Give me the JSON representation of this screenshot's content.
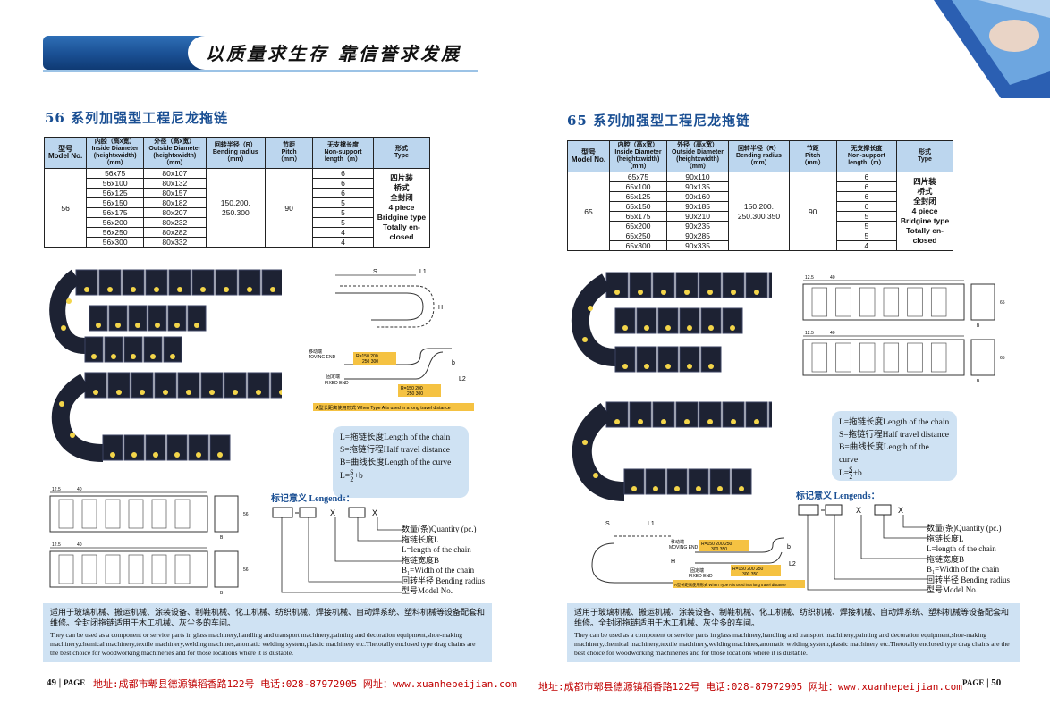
{
  "banner": {
    "slogan": "以质量求生存  靠信誉求发展"
  },
  "left": {
    "title": "56 系列加强型工程尼龙拖链",
    "table": {
      "headers": [
        [
          "型号",
          "Model No."
        ],
        [
          "内腔（高x宽）",
          "Inside Diameter",
          "(heightxwidth)",
          "（mm）"
        ],
        [
          "外径（高x宽）",
          "Outside Diameter",
          "(heightxwidth)",
          "（mm）"
        ],
        [
          "回转半径（R）",
          "Bending radius",
          "（mm）"
        ],
        [
          "节距",
          "Pitch",
          "（mm）"
        ],
        [
          "无支撑长度",
          "Non-support",
          "length（m）"
        ],
        [
          "形式",
          "Type"
        ]
      ],
      "model": "56",
      "inside": [
        "56x75",
        "56x100",
        "56x125",
        "56x150",
        "56x175",
        "56x200",
        "56x250",
        "56x300"
      ],
      "outside": [
        "80x107",
        "80x132",
        "80x157",
        "80x182",
        "80x207",
        "80x232",
        "80x282",
        "80x332"
      ],
      "radius": [
        "150.200.",
        "250.300"
      ],
      "pitch": "90",
      "length": [
        "6",
        "6",
        "6",
        "5",
        "5",
        "5",
        "4",
        "4"
      ],
      "type": [
        "四片装",
        "桥式",
        "全封闭",
        "4 piece",
        "Bridgine type",
        "Totally en-",
        "closed"
      ]
    },
    "diagram": {
      "s": "S",
      "l1": "L1",
      "h": "H",
      "r": "R",
      "b": "b",
      "l2": "L2",
      "moving_cn": "移动端",
      "moving": "MOVING END",
      "fixed_cn": "固定端",
      "fixed": "FIXED END",
      "r1": "R=150 200",
      "r1b": "250 300",
      "r2": "R=150 200",
      "r2b": "250 300",
      "caption": "A型长距离使用形式 When Type A is used in a long travel distance"
    },
    "dims": {
      "d1": "12.5",
      "d2": "40",
      "d3": "B",
      "d4": "56"
    },
    "formula": {
      "l": "L=拖链长度Length of the chain",
      "s": "S=拖链行程Half travel distance",
      "b": "B=曲线长度Length of the curve",
      "eq_prefix": "L=",
      "eq_num": "S",
      "eq_den": "2",
      "eq_suffix": "+b"
    },
    "legend_title": "标记意义 Lengends：",
    "legend": [
      "数量(条)Quantity (pc.)",
      "拖链长度L",
      "L=length of the chain",
      "拖链宽度B",
      "B₁=Width of the chain",
      "回转半径 Bending radius",
      "型号Model No."
    ],
    "legend_x": "X",
    "desc_cn": "适用于玻璃机械、搬运机械、涂装设备、制鞋机械、化工机械、纺织机械、焊接机械、自动焊系统、塑料机械等设备配套和维修。全封闭拖链适用于木工机械、灰尘多的车间。",
    "desc_en": "They can be used as a component or service parts in glass machinery,handling and transport machinery,painting and decoration equipment,shoe-making machinery,chemical machinery,textile machinery,welding machines,anomatic welding system,plastic machinery etc.Thetotally enclosed type drag chains are the best choice for woodworking machineries and for those locations where it is dustable.",
    "page_num": "49",
    "page_label": "PAGE"
  },
  "right": {
    "title": "65 系列加强型工程尼龙拖链",
    "table": {
      "model": "65",
      "inside": [
        "65x75",
        "65x100",
        "65x125",
        "65x150",
        "65x175",
        "65x200",
        "65x250",
        "65x300"
      ],
      "outside": [
        "90x110",
        "90x135",
        "90x160",
        "90x185",
        "90x210",
        "90x235",
        "90x285",
        "90x335"
      ],
      "radius": [
        "150.200.",
        "250.300.350"
      ],
      "pitch": "90",
      "length": [
        "6",
        "6",
        "6",
        "6",
        "5",
        "5",
        "5",
        "4"
      ],
      "type": [
        "四片装",
        "桥式",
        "全封闭",
        "4 piece",
        "Bridgine type",
        "Totally en-",
        "closed"
      ]
    },
    "diagram": {
      "r1": "R=150 200 250",
      "r1b": "300 350",
      "r2": "R=150 200 250",
      "r2b": "300 350",
      "caption": "A型长距离使用形式 When Type A is used in a long travel distance"
    },
    "dims": {
      "d4": "65"
    },
    "page_num": "50"
  },
  "footer": "地址:成都市郫县德源镇稻香路122号  电话:028-87972905  网址：www.xuanhepeijian.com",
  "colors": {
    "accent": "#1a4f93",
    "panel": "#cfe2f3",
    "footer": "#c00000"
  }
}
